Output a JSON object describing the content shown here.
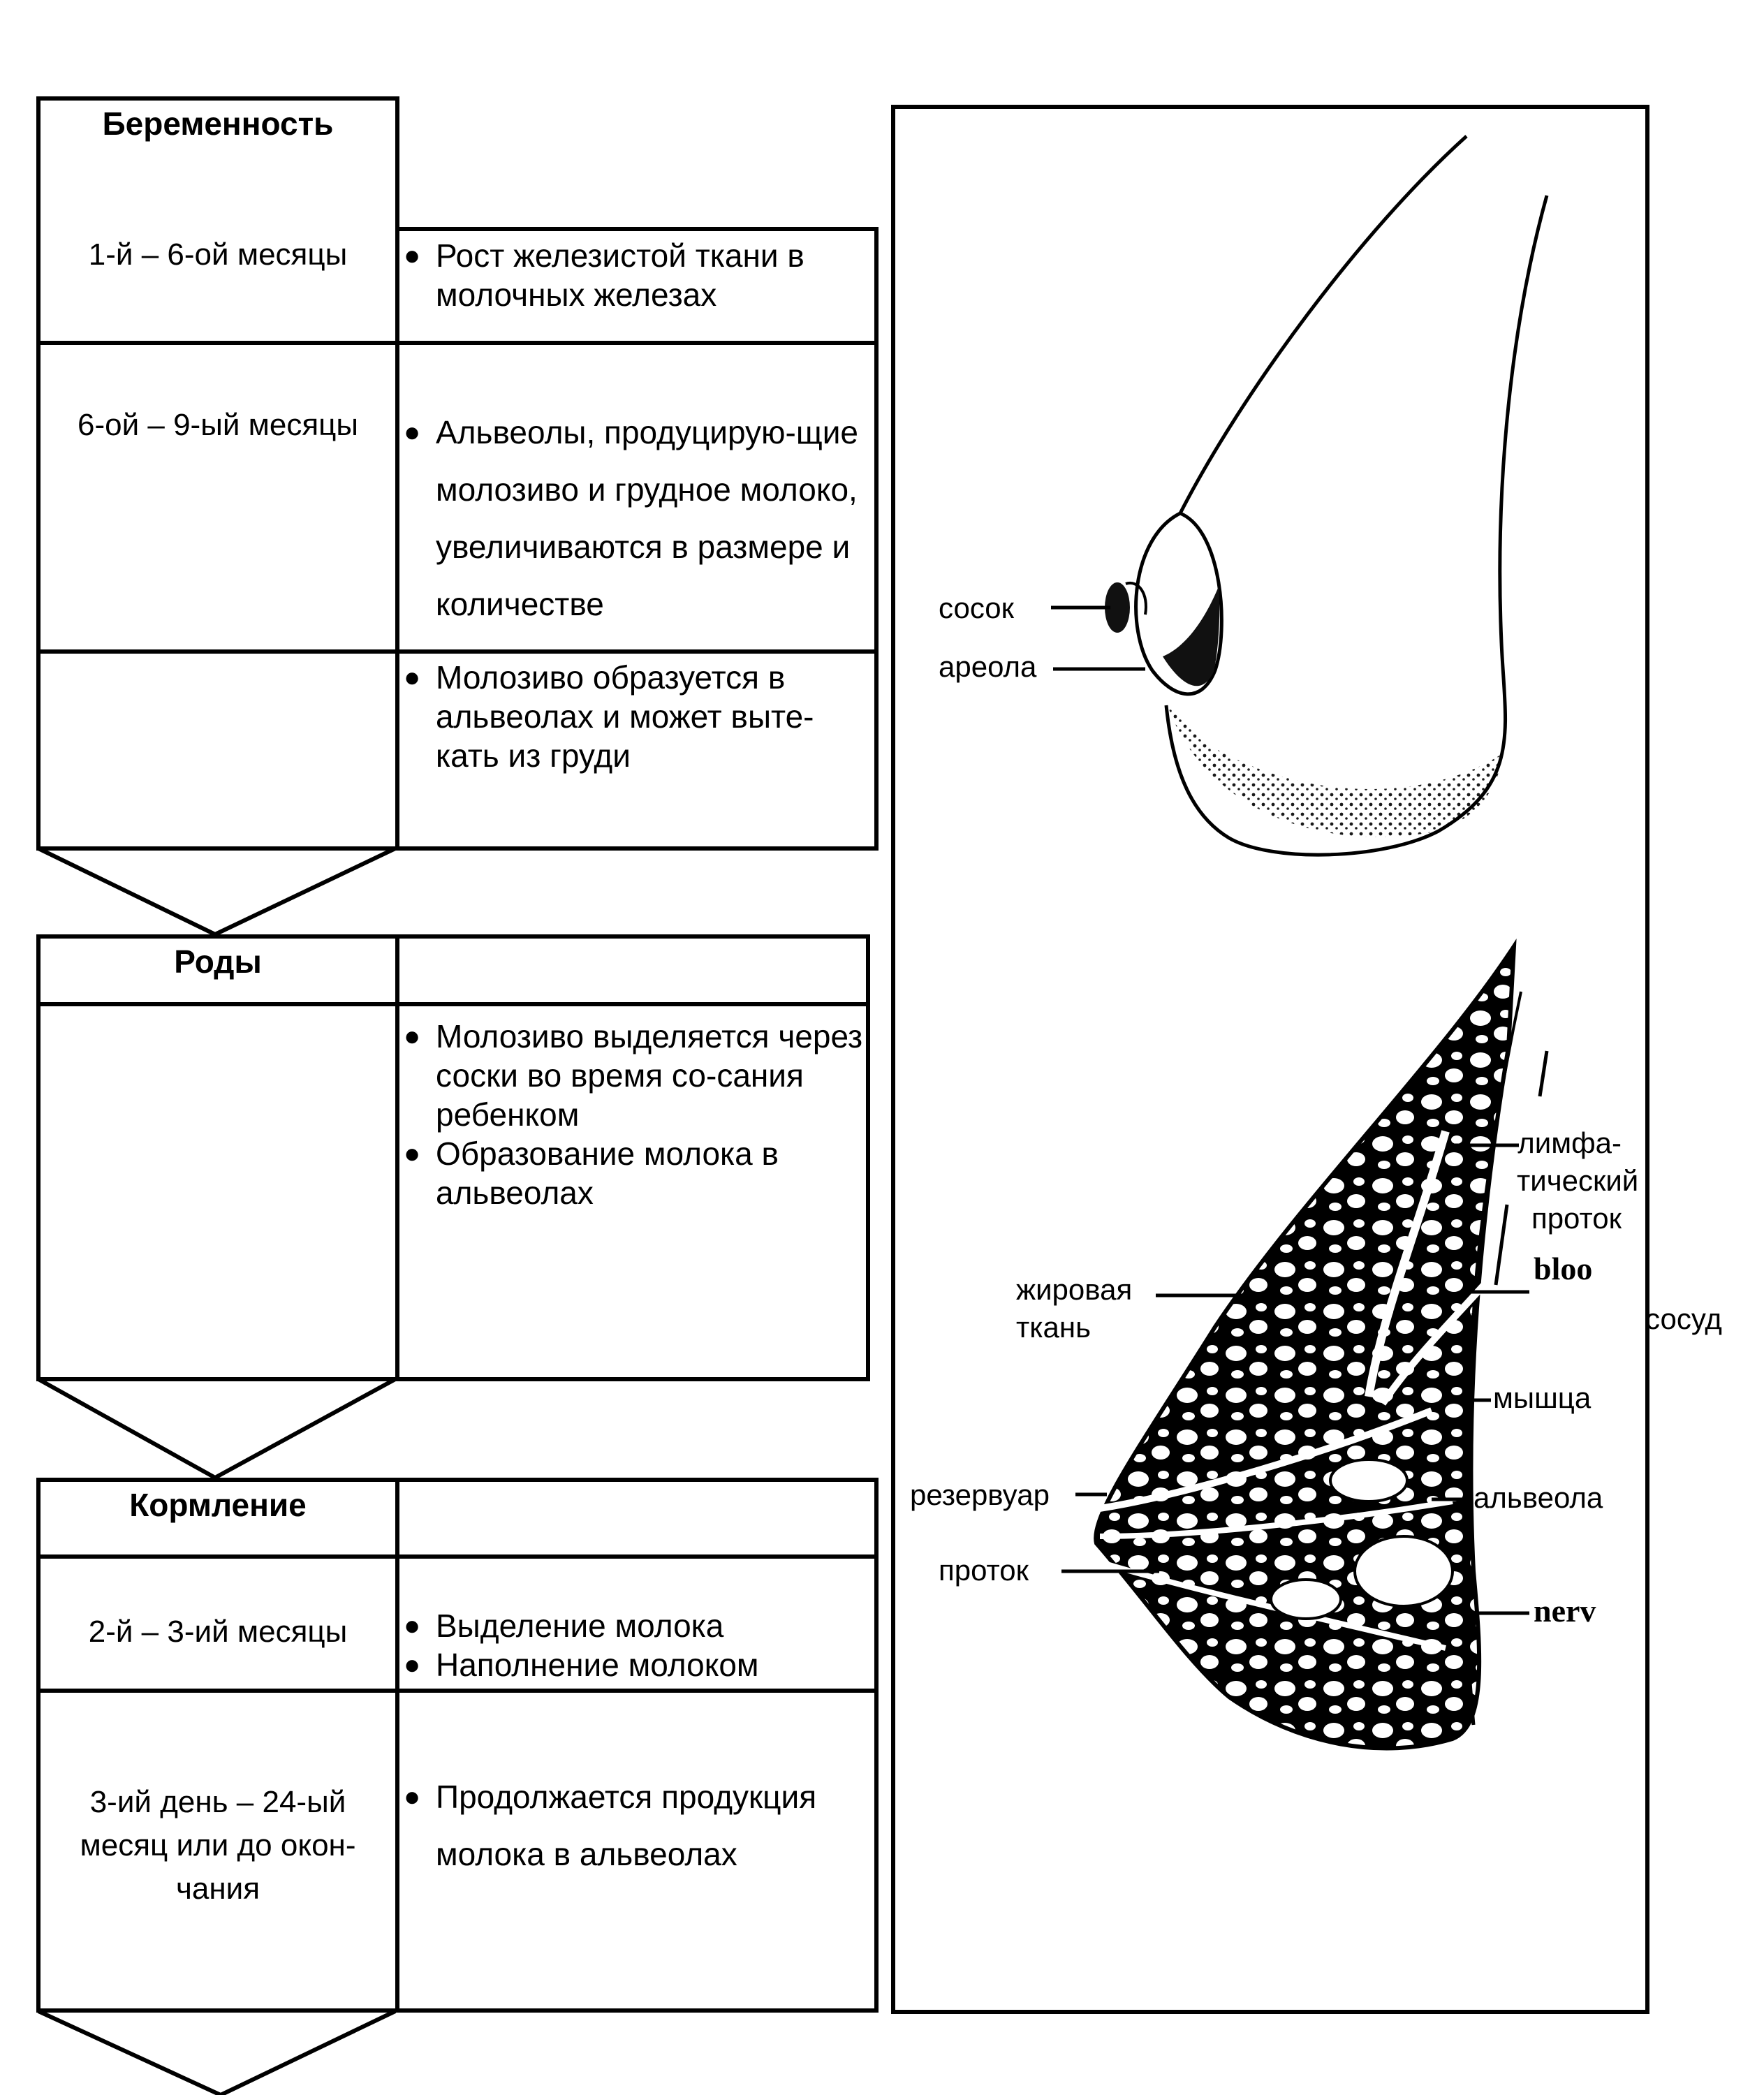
{
  "stages": [
    {
      "heading": "Беременность",
      "rows": [
        {
          "period": "1-й – 6-ой месяцы",
          "bullets": [
            "Рост железистой ткани в молочных железах"
          ]
        },
        {
          "period": "6-ой – 9-ый месяцы",
          "bullets": [
            "Альвеолы, продуцирую-щие молозиво и грудное молоко, увеличиваются в размере и количестве"
          ]
        },
        {
          "period": "",
          "bullets": [
            "Молозиво образуется в альвеолах и может выте-кать из груди"
          ]
        }
      ]
    },
    {
      "heading": "Роды",
      "rows": [
        {
          "period": "",
          "bullets": [
            "Молозиво выделяется через соски во время со-сания ребенком",
            "Образование молока в альвеолах"
          ]
        }
      ]
    },
    {
      "heading": "Кормление",
      "rows": [
        {
          "period": "2-й – 3-ий месяцы",
          "bullets": [
            "Выделение молока",
            "Наполнение молоком"
          ]
        },
        {
          "period": "3-ий день – 24-ый месяц или до окон-чания",
          "bullets": [
            "Продолжается продукция молока в альвеолах"
          ]
        }
      ]
    }
  ],
  "labels": {
    "nipple": "сосок",
    "areola": "ареола",
    "lymph_duct": "лимфа-тический проток",
    "blood": "bloo",
    "vessel": "сосуд",
    "fat_tissue": "жировая ткань",
    "muscle": "мышца",
    "reservoir": "резервуар",
    "alveolus": "альвеола",
    "duct": "проток",
    "nerve": "nerv"
  }
}
